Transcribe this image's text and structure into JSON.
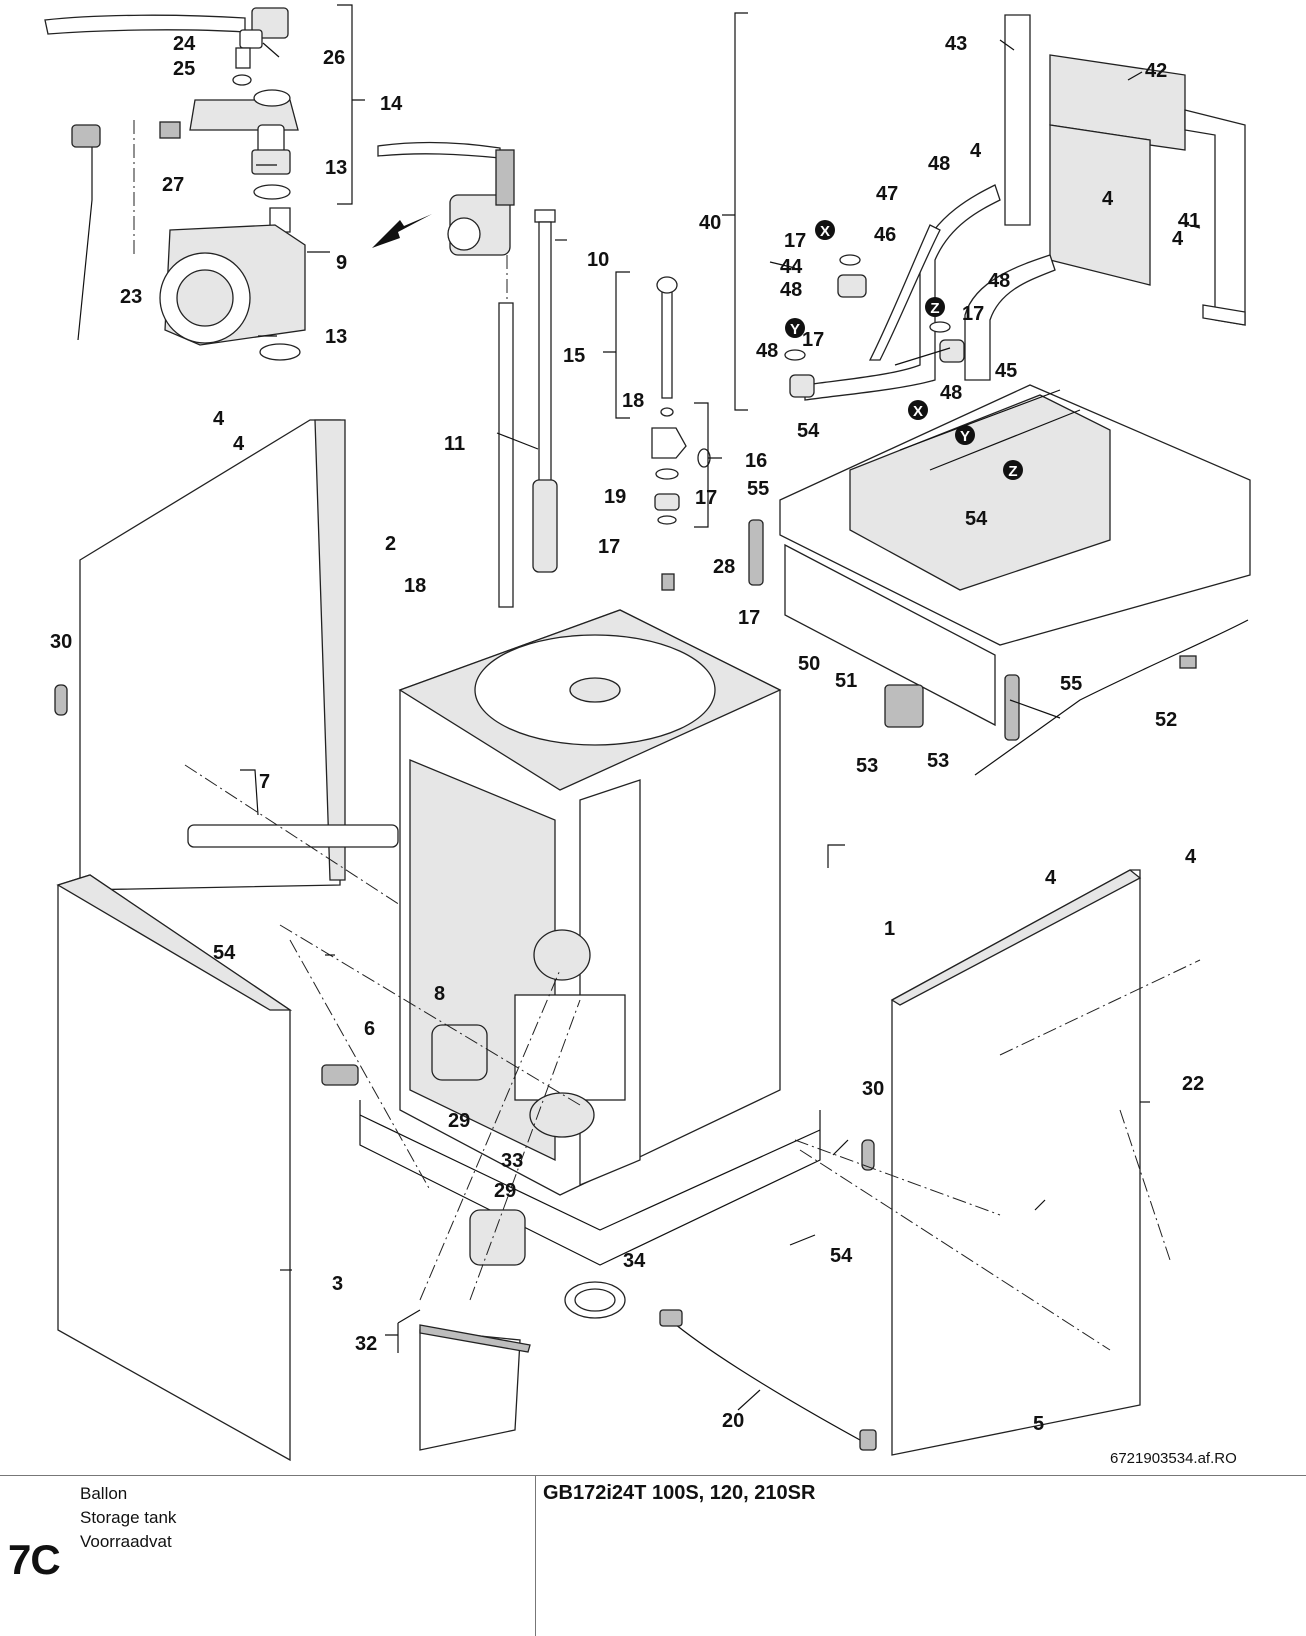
{
  "figure": {
    "labels": [
      {
        "num": "1"
      },
      {
        "num": "2"
      },
      {
        "num": "3"
      },
      {
        "num": "4"
      },
      {
        "num": "4"
      },
      {
        "num": "4"
      },
      {
        "num": "4"
      },
      {
        "num": "4"
      },
      {
        "num": "4"
      },
      {
        "num": "4"
      },
      {
        "num": "5"
      },
      {
        "num": "6"
      },
      {
        "num": "7"
      },
      {
        "num": "8"
      },
      {
        "num": "9"
      },
      {
        "num": "10"
      },
      {
        "num": "11"
      },
      {
        "num": "13"
      },
      {
        "num": "13"
      },
      {
        "num": "14"
      },
      {
        "num": "15"
      },
      {
        "num": "16"
      },
      {
        "num": "17"
      },
      {
        "num": "17"
      },
      {
        "num": "17"
      },
      {
        "num": "17"
      },
      {
        "num": "17"
      },
      {
        "num": "17"
      },
      {
        "num": "18"
      },
      {
        "num": "18"
      },
      {
        "num": "19"
      },
      {
        "num": "20"
      },
      {
        "num": "22"
      },
      {
        "num": "23"
      },
      {
        "num": "24"
      },
      {
        "num": "25"
      },
      {
        "num": "26"
      },
      {
        "num": "27"
      },
      {
        "num": "28"
      },
      {
        "num": "29"
      },
      {
        "num": "29"
      },
      {
        "num": "30"
      },
      {
        "num": "30"
      },
      {
        "num": "32"
      },
      {
        "num": "33"
      },
      {
        "num": "34"
      },
      {
        "num": "40"
      },
      {
        "num": "41"
      },
      {
        "num": "42"
      },
      {
        "num": "43"
      },
      {
        "num": "44"
      },
      {
        "num": "45"
      },
      {
        "num": "46"
      },
      {
        "num": "47"
      },
      {
        "num": "48"
      },
      {
        "num": "48"
      },
      {
        "num": "48"
      },
      {
        "num": "48"
      },
      {
        "num": "48"
      },
      {
        "num": "50"
      },
      {
        "num": "51"
      },
      {
        "num": "52"
      },
      {
        "num": "53"
      },
      {
        "num": "53"
      },
      {
        "num": "54"
      },
      {
        "num": "54"
      },
      {
        "num": "54"
      },
      {
        "num": "54"
      },
      {
        "num": "55"
      },
      {
        "num": "55"
      }
    ],
    "markers": [
      "X",
      "Y",
      "Z",
      "X",
      "Y",
      "Z"
    ],
    "drawing_code": "6721903534.af.RO"
  },
  "footer": {
    "sheet_id": "7C",
    "descriptions": [
      "Ballon",
      "Storage tank",
      "Voorraadvat"
    ],
    "model": "GB172i24T 100S, 120, 210SR"
  }
}
